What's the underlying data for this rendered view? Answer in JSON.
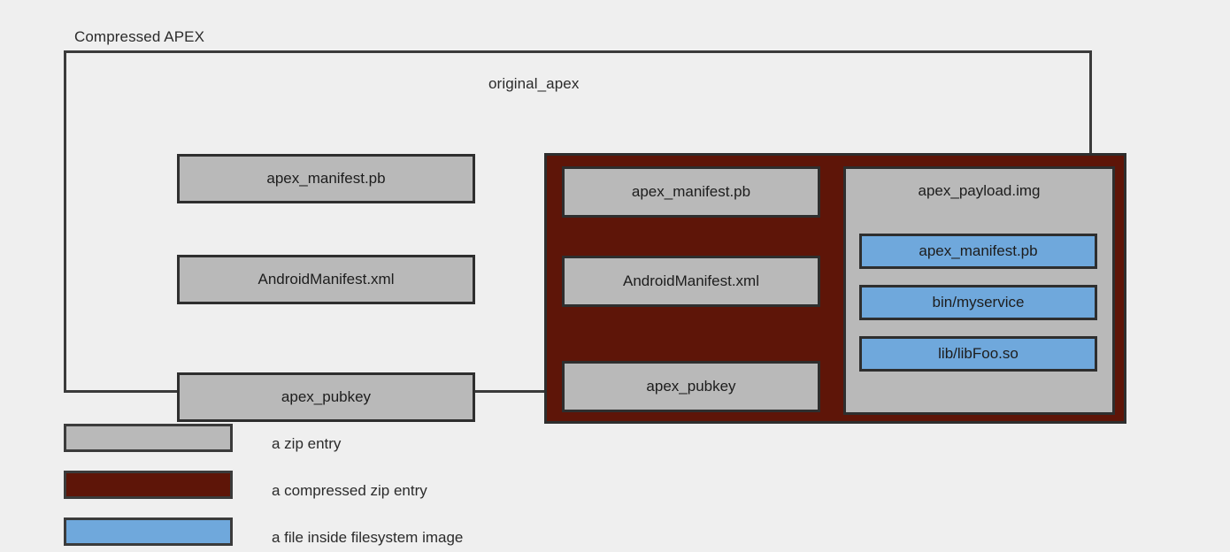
{
  "diagram": {
    "title": "Compressed APEX",
    "colors": {
      "background": "#efefef",
      "zip_entry": "#b9b9b9",
      "compressed_zip_entry": "#5e1508",
      "filesystem_file": "#6fa8dc",
      "border": "#2e2e2e"
    },
    "outer_container": {
      "label": "Compressed APEX",
      "entries": [
        {
          "label": "apex_manifest.pb",
          "kind": "zip-entry"
        },
        {
          "label": "AndroidManifest.xml",
          "kind": "zip-entry"
        },
        {
          "label": "apex_pubkey",
          "kind": "zip-entry"
        }
      ]
    },
    "compressed_container": {
      "label": "original_apex",
      "kind": "compressed-zip-entry",
      "entries": [
        {
          "label": "apex_manifest.pb",
          "kind": "zip-entry"
        },
        {
          "label": "AndroidManifest.xml",
          "kind": "zip-entry"
        },
        {
          "label": "apex_pubkey",
          "kind": "zip-entry"
        }
      ],
      "payload": {
        "label": "apex_payload.img",
        "kind": "zip-entry",
        "files": [
          {
            "label": "apex_manifest.pb",
            "kind": "filesystem-file"
          },
          {
            "label": "bin/myservice",
            "kind": "filesystem-file"
          },
          {
            "label": "lib/libFoo.so",
            "kind": "filesystem-file"
          }
        ]
      }
    },
    "legend": {
      "items": [
        {
          "label": "a zip entry",
          "color": "#b9b9b9"
        },
        {
          "label": "a compressed zip entry",
          "color": "#5e1508"
        },
        {
          "label": "a file inside filesystem image",
          "color": "#6fa8dc"
        }
      ]
    }
  }
}
